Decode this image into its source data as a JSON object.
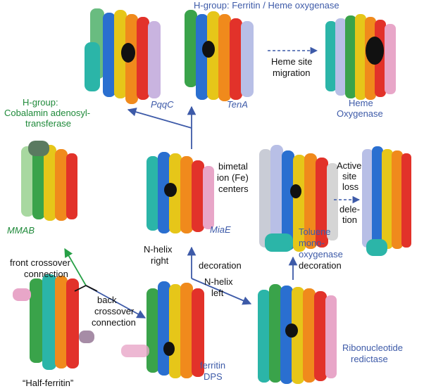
{
  "labels": {
    "h_group_ferritin": "H-group: Ferritin / Heme oxygenase",
    "h_group_cobalamin_1": "H-group:",
    "h_group_cobalamin_2": "Cobalamin adenosyl-",
    "h_group_cobalamin_3": "transferase",
    "pqqc": "PqqC",
    "tena": "TenA",
    "heme_site_1": "Heme site",
    "heme_site_2": "migration",
    "heme_ox_1": "Heme",
    "heme_ox_2": "Oxygenase",
    "mmab": "MMAB",
    "bimetal_1": "bimetal",
    "bimetal_2": "ion (Fe)",
    "bimetal_3": "centers",
    "miae": "MiaE",
    "active_1": "Active",
    "active_2": "site",
    "active_3": "loss",
    "deletion_1": "dele-",
    "deletion_2": "tion",
    "toluene_1": "Toluene",
    "toluene_2": "mono-",
    "toluene_3": "oxygenase",
    "nhelix_right_1": "N-helix",
    "nhelix_right_2": "right",
    "decoration_1": "decoration",
    "decoration_2": "decoration",
    "front_1": "front crossover",
    "front_2": "connection",
    "back_1": "back",
    "back_2": "crossover",
    "back_3": "connection",
    "nhelix_left_1": "N-helix",
    "nhelix_left_2": "left",
    "ferritin_1": "ferritin",
    "ferritin_2": "DPS",
    "ribo_1": "Ribonucleotide",
    "ribo_2": "redictase",
    "half_ferritin": "“Half-ferritin”"
  },
  "colors": {
    "blue_text": "#3d5aa8",
    "green_text": "#1f8a3a",
    "arrow_blue": "#3d5aa8",
    "arrow_green": "#27a046"
  }
}
